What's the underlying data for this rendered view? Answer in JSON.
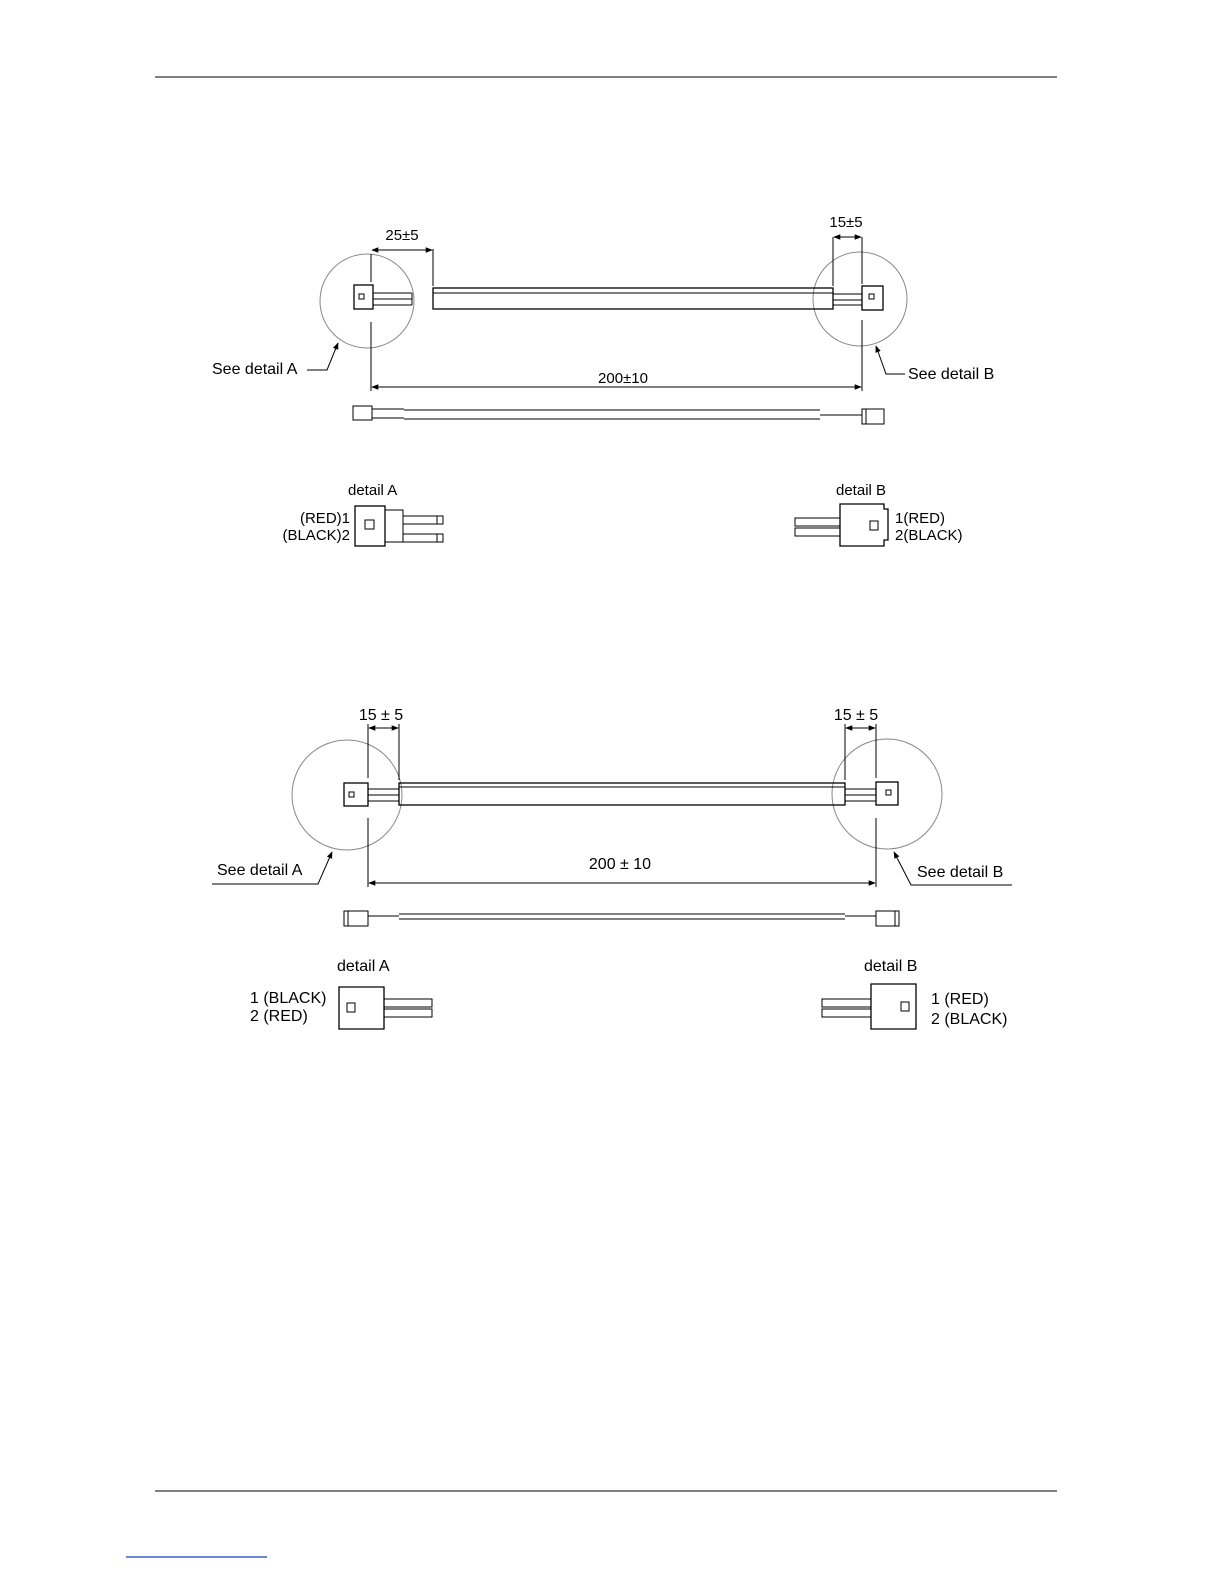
{
  "diagram1": {
    "dim_left": "25±5",
    "dim_right": "15±5",
    "dim_length": "200±10",
    "callout_a": "See detail A",
    "callout_b": "See detail B",
    "detail_a": {
      "title": "detail A",
      "pin1": "(RED)1",
      "pin2": "(BLACK)2"
    },
    "detail_b": {
      "title": "detail B",
      "pin1": "1(RED)",
      "pin2": "2(BLACK)"
    }
  },
  "diagram2": {
    "dim_left": "15 ± 5",
    "dim_right": "15 ± 5",
    "dim_length": "200 ± 10",
    "callout_a": "See detail A",
    "callout_b": "See detail B",
    "detail_a": {
      "title": "detail A",
      "pin1": "1 (BLACK)",
      "pin2": "2 (RED)"
    },
    "detail_b": {
      "title": "detail B",
      "pin1": "1 (RED)",
      "pin2": "2 (BLACK)"
    }
  }
}
